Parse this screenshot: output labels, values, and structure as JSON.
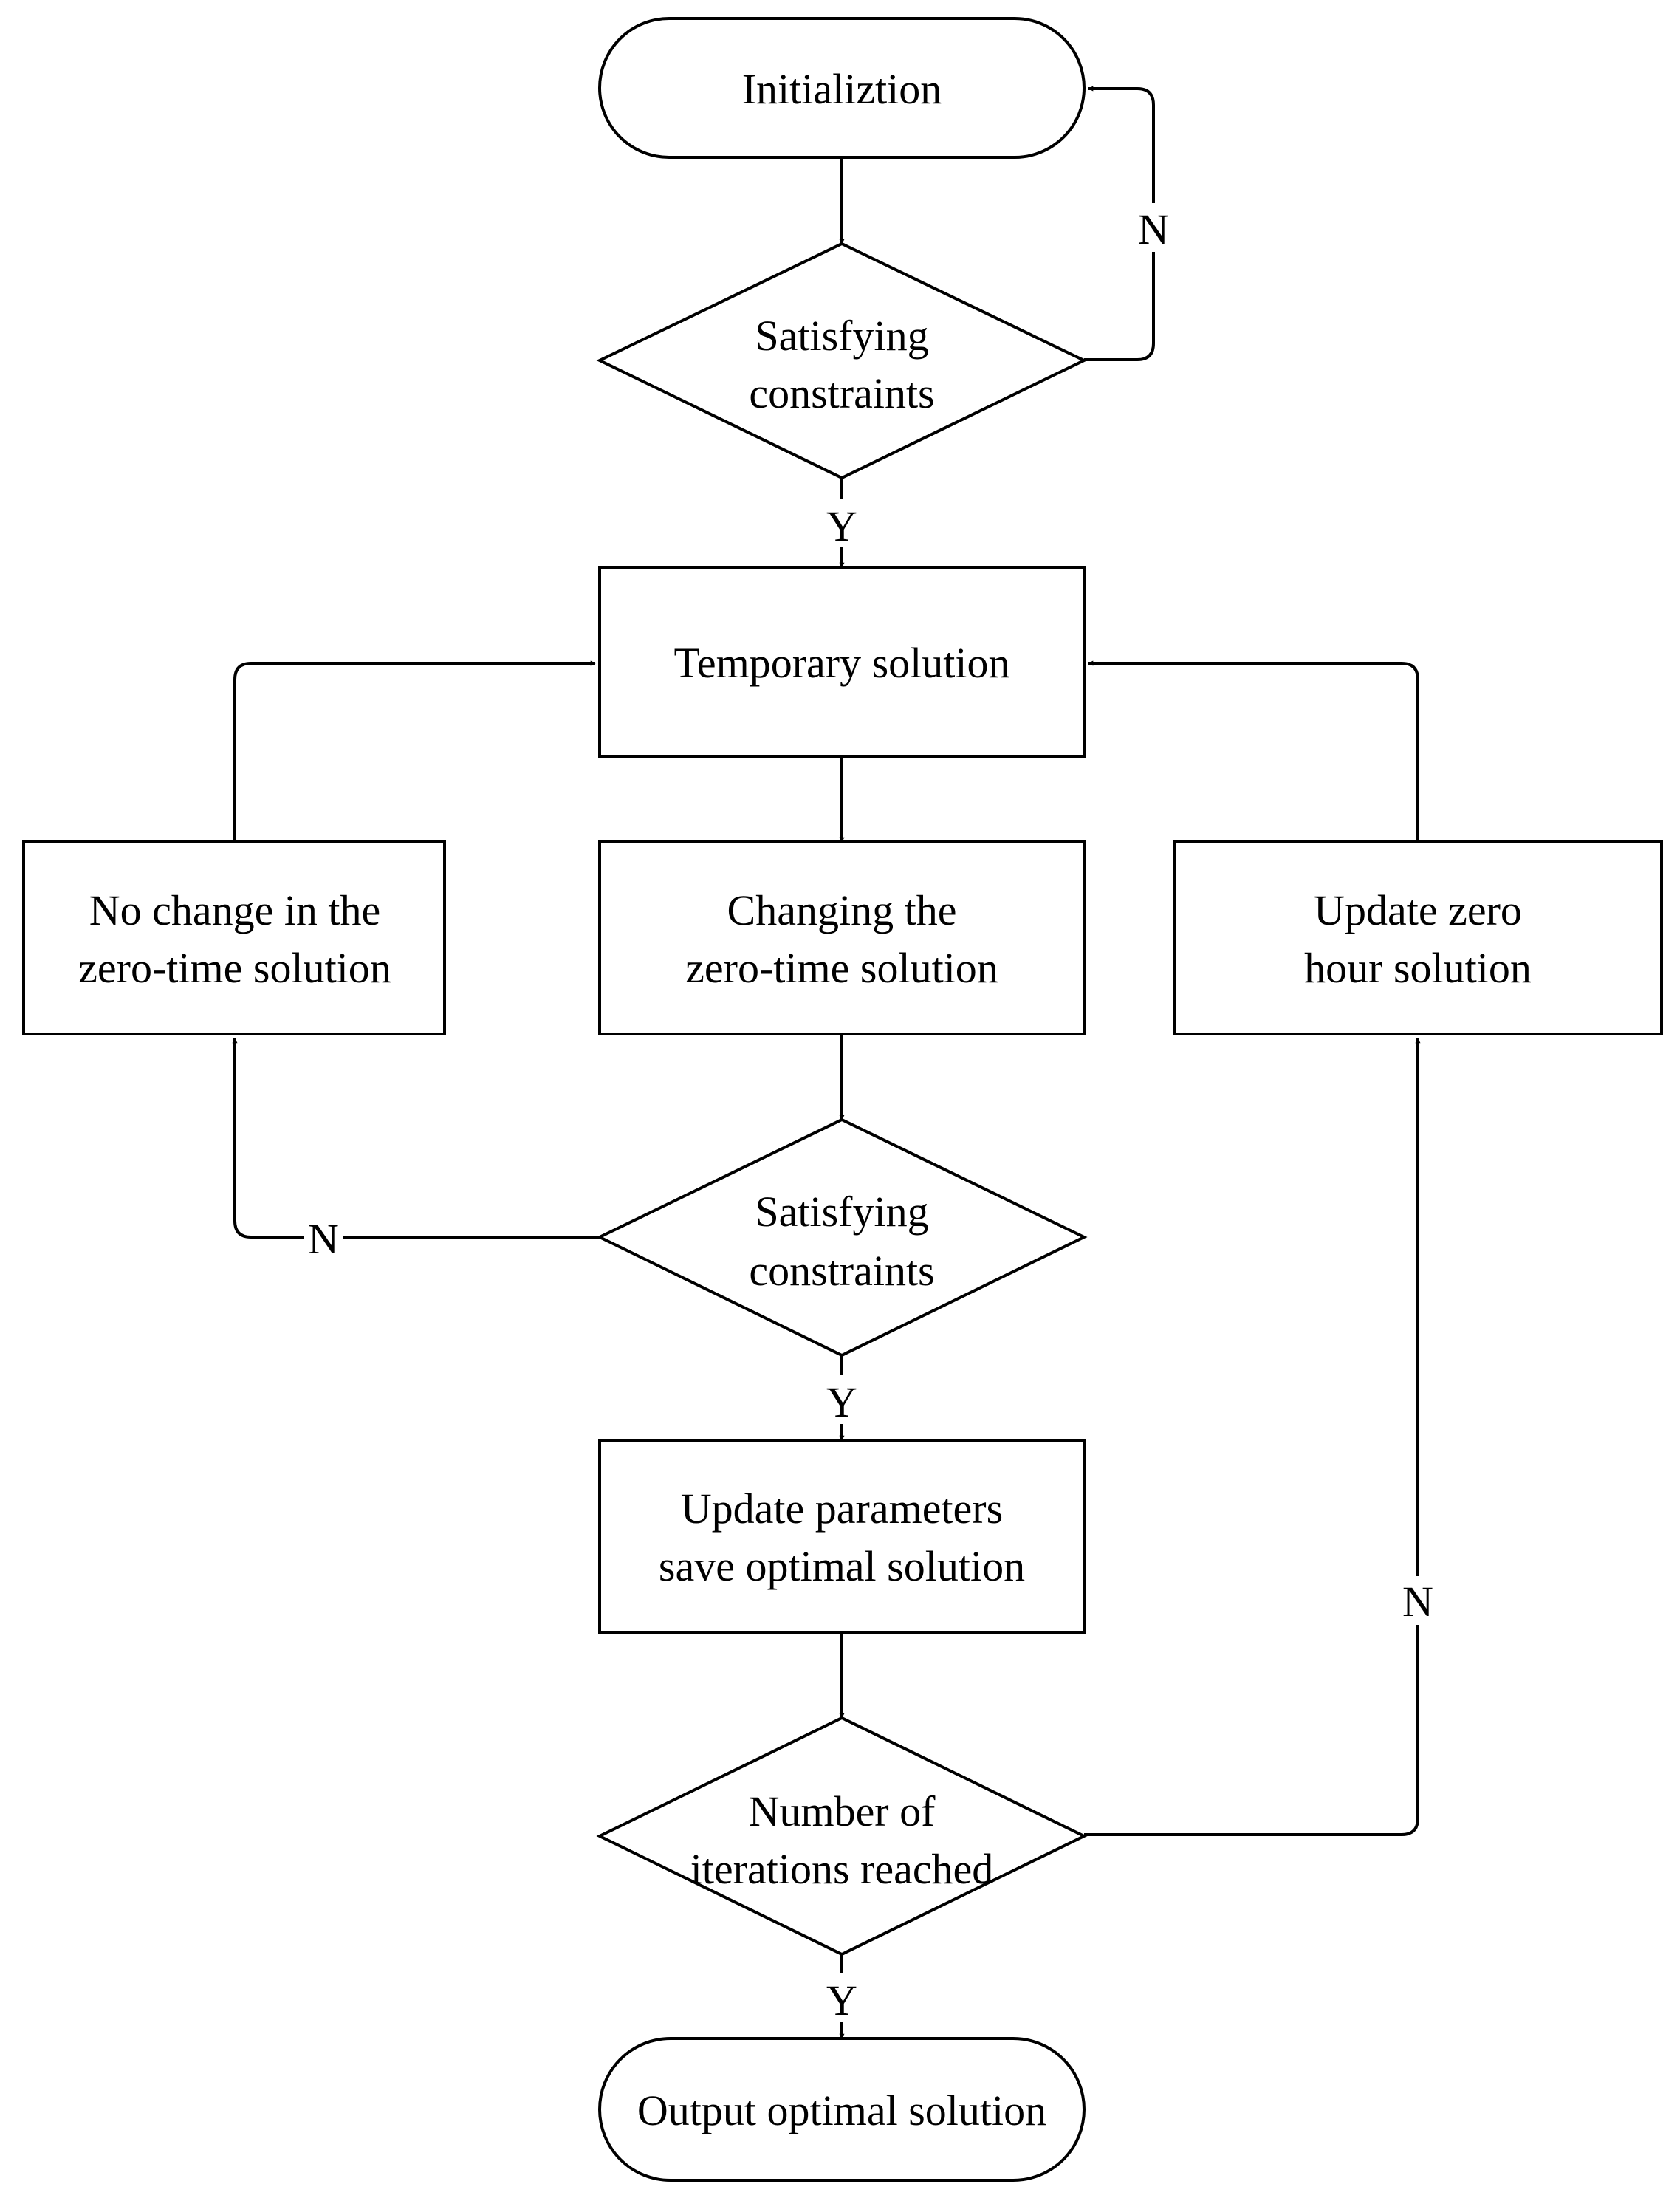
{
  "nodes": {
    "init": "Initializtion",
    "check1": [
      "Satisfying",
      "constraints"
    ],
    "temporary": "Temporary solution",
    "no_change": [
      "No change in the",
      "zero-time solution"
    ],
    "changing": [
      "Changing the",
      "zero-time solution"
    ],
    "update_zero": [
      "Update zero",
      "hour solution"
    ],
    "check2": [
      "Satisfying",
      "constraints"
    ],
    "update_params": [
      "Update parameters",
      "save optimal solution"
    ],
    "iterations": [
      "Number of",
      "iterations reached"
    ],
    "output": "Output optimal solution"
  },
  "edge_labels": {
    "check1_no": "N",
    "check1_yes": "Y",
    "check2_no": "N",
    "check2_yes": "Y",
    "iterations_no": "N",
    "iterations_yes": "Y"
  },
  "colors": {
    "stroke": "#000000",
    "fill": "#ffffff"
  }
}
